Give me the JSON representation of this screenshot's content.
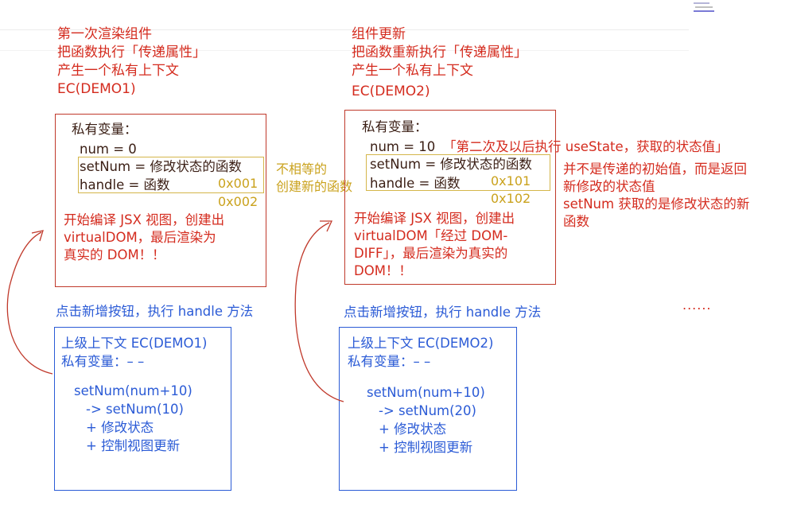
{
  "colors": {
    "red": "#d42b1e",
    "blue": "#2b5bd6",
    "gold": "#caa21d",
    "dark": "#3a1e14"
  },
  "left": {
    "header": [
      "第一次渲染组件",
      "把函数执行「传递属性」",
      "产生一个私有上下文",
      "EC(DEMO1)"
    ],
    "private_title": "私有变量：",
    "num_line": "num = 0",
    "setnum_line": "setNum = 修改状态的函数",
    "handle_line": "handle = 函数",
    "addr1": "0x001",
    "addr2": "0x002",
    "compile": [
      "开始编译 JSX 视图，创建出",
      "virtualDOM，最后渲染为",
      "真实的 DOM！！"
    ],
    "click": "点击新增按钮，执行 handle 方法",
    "ctx": {
      "line1": "上级上下文 EC(DEMO1)",
      "line2": "私有变量：– –",
      "call": "setNum(num+10)",
      "arrow": "-> setNum(10)",
      "plus1": "+ 修改状态",
      "plus2": "+ 控制视图更新"
    }
  },
  "middle_note": [
    "不相等的",
    "创建新的函数"
  ],
  "right": {
    "header": [
      "组件更新",
      "把函数重新执行「传递属性」",
      "产生一个私有上下文",
      "EC(DEMO2)"
    ],
    "private_title": "私有变量：",
    "num_line": "num = 10",
    "num_note": "「第二次及以后执行 useState，获取的状态值」",
    "setnum_line": "setNum = 修改状态的函数",
    "handle_line": "handle = 函数",
    "addr1": "0x101",
    "addr2": "0x102",
    "compile": [
      "开始编译 JSX 视图，创建出",
      "virtualDOM「经过 DOM-",
      "DIFF」，最后渲染为真实的",
      "DOM！！"
    ],
    "side_note": [
      "并不是传递的初始值，而是返回",
      "新修改的状态值",
      "setNum 获取的是修改状态的新",
      "函数"
    ],
    "click": "点击新增按钮，执行 handle 方法",
    "ctx": {
      "line1": "上级上下文 EC(DEMO2)",
      "line2": "私有变量：– –",
      "call": "setNum(num+10)",
      "arrow": "-> setNum(20)",
      "plus1": "+ 修改状态",
      "plus2": "+ 控制视图更新"
    }
  },
  "ellipsis": "......"
}
